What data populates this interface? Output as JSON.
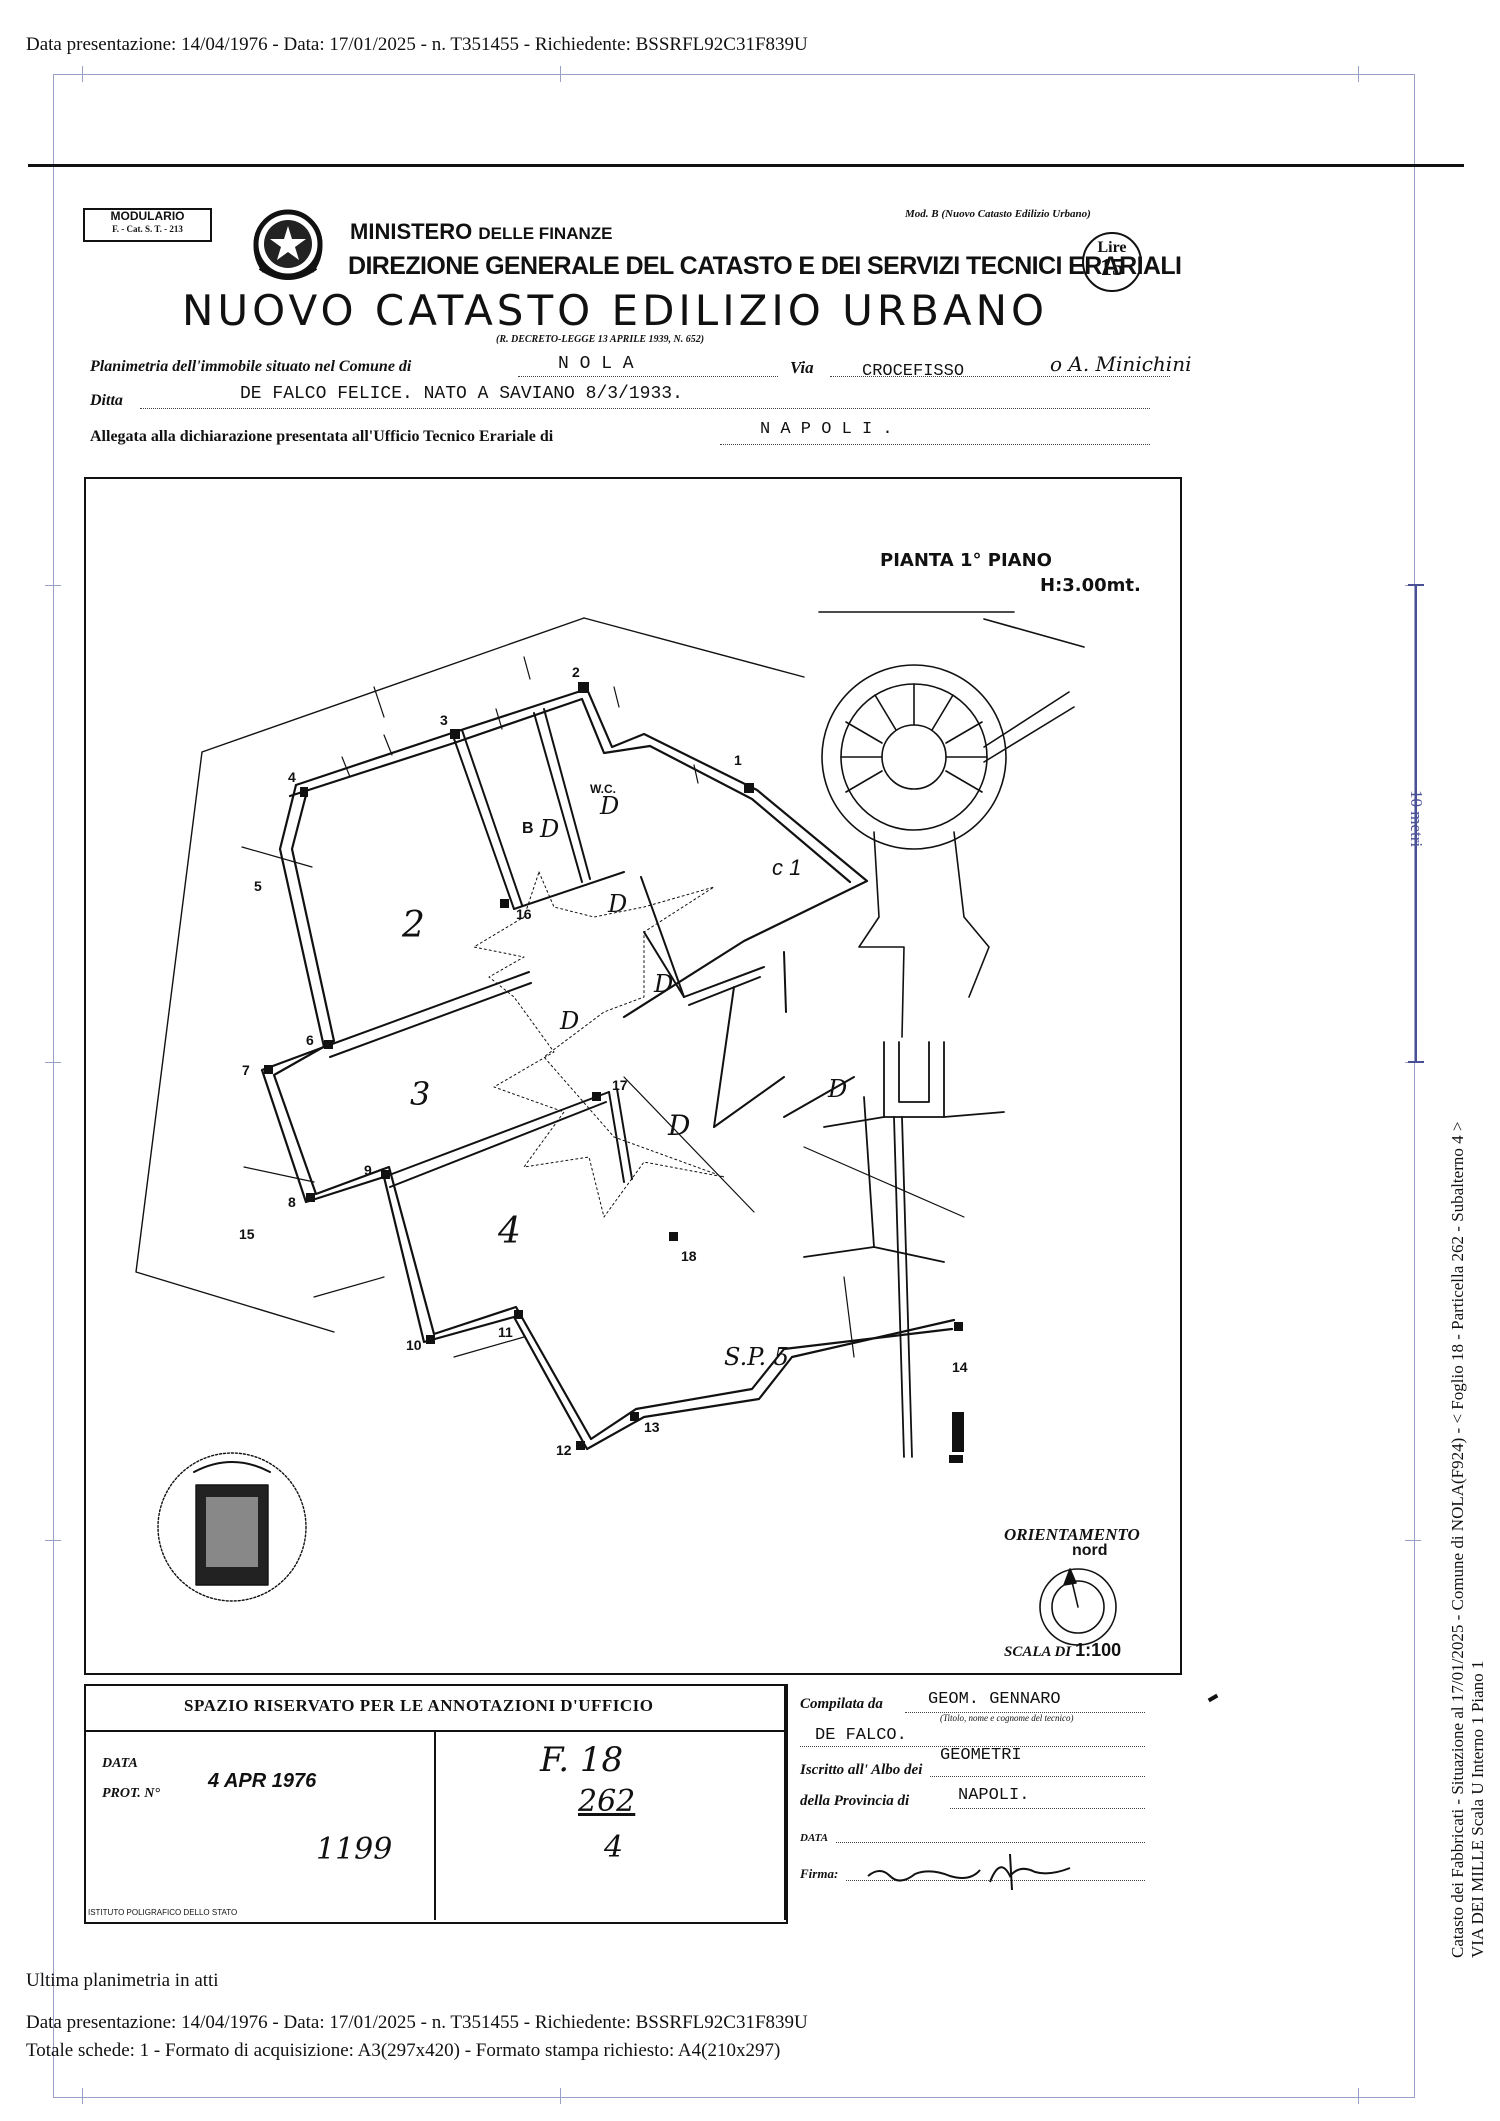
{
  "header_line": "Data presentazione: 14/04/1976 - Data: 17/01/2025 - n. T351455 - Richiedente: BSSRFL92C31F839U",
  "form": {
    "modulario": "MODULARIO",
    "modulario_code": "F. - Cat. S. T. - 213",
    "ministry": "MINISTERO",
    "ministry_rest": "DELLE FINANZE",
    "direzione": "DIREZIONE GENERALE DEL CATASTO E DEI SERVIZI TECNICI ERARIALI",
    "main_title": "NUOVO CATASTO EDILIZIO URBANO",
    "decree": "(R. DECRETO-LEGGE 13 APRILE 1939, N. 652)",
    "mod": "Mod. B (Nuovo Catasto Edilizio Urbano)",
    "lire_label": "Lire",
    "lire_value": "15",
    "comune_label": "Planimetria dell'immobile situato nel Comune di",
    "comune_value": "N O L A",
    "via_label": "Via",
    "via_value": "CROCEFISSO",
    "via_handwritten": "o A. Minichini",
    "ditta_label": "Ditta",
    "ditta_value": "DE FALCO FELICE. NATO A SAVIANO 8/3/1933.",
    "allegata_label": "Allegata alla dichiarazione presentata all'Ufficio Tecnico Erariale di",
    "allegata_value": "N A P O L I ."
  },
  "plan": {
    "title": "PIANTA 1° PIANO",
    "height": "H:3.00mt.",
    "orientamento": "ORIENTAMENTO",
    "nord": "nord",
    "scala_label": "SCALA DI",
    "scala_value": "1:100",
    "room_labels": [
      "c 1",
      "2",
      "3",
      "4",
      "S.P. 5",
      "W.C.",
      "B",
      "D",
      "D",
      "D",
      "D",
      "D",
      "D"
    ],
    "vertex_numbers": [
      "1",
      "2",
      "3",
      "4",
      "5",
      "6",
      "7",
      "8",
      "9",
      "10",
      "11",
      "12",
      "13",
      "14",
      "15",
      "16",
      "17",
      "18"
    ]
  },
  "office": {
    "title": "SPAZIO RISERVATO PER LE ANNOTAZIONI D'UFFICIO",
    "data_label": "DATA",
    "prot_label": "PROT. N°",
    "stamp_date": "4 APR 1976",
    "handwritten_num": "1199",
    "foglio_note": "F. 18",
    "particella_note": "262",
    "sub_note": "4",
    "printer": "ISTITUTO POLIGRAFICO DELLO STATO"
  },
  "compiler": {
    "compilata_label": "Compilata da",
    "compilata_value": "GEOM. GENNARO",
    "compilata_value2": "DE FALCO.",
    "compilata_hint": "(Titolo, nome e cognome del tecnico)",
    "iscritto_label": "Iscritto all' Albo dei",
    "iscritto_value": "GEOMETRI",
    "provincia_label": "della Provincia di",
    "provincia_value": "NAPOLI.",
    "data_label": "DATA",
    "firma_label": "Firma:"
  },
  "scale_bar_label": "10 metri",
  "side_text_1": "Catasto dei Fabbricati - Situazione al 17/01/2025 - Comune di NOLA(F924) - < Foglio 18 - Particella 262 - Subalterno 4 >",
  "side_text_2": "VIA DEI MILLE Scala U Interno 1 Piano 1",
  "footer": {
    "ultima": "Ultima planimetria in atti",
    "line1": "Data presentazione: 14/04/1976 - Data: 17/01/2025 - n. T351455 - Richiedente: BSSRFL92C31F839U",
    "line2": "Totale schede: 1 - Formato di acquisizione: A3(297x420) - Formato stampa richiesto: A4(210x297)"
  }
}
